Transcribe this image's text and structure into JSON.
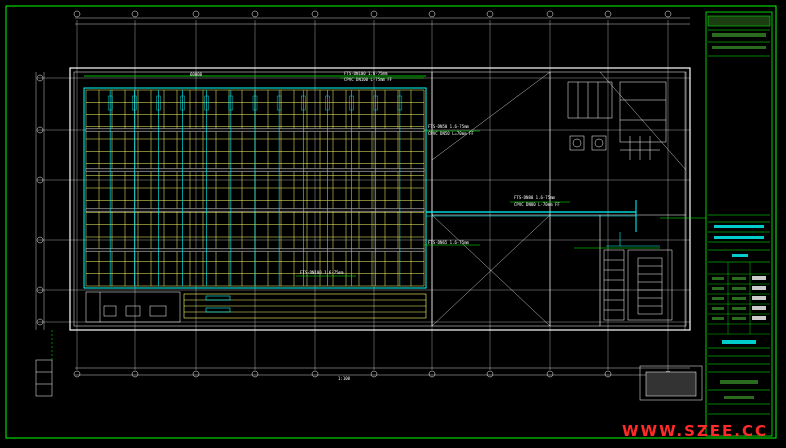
{
  "drawing": {
    "colors": {
      "background": "#000000",
      "frame": "#00ff00",
      "walls": "#ffffff",
      "grid": "#ffff66",
      "pipe": "#00ffff",
      "accent": "#00ff00",
      "watermark": "#ff2a2a"
    },
    "labels": {
      "top_dim": "60000",
      "pipe_tag_1": "FTS-DN100 1.6-75mm",
      "pipe_tag_2": "CPVC DN100 L-75mm FF",
      "pipe_tag_3": "FTS-DN50 1.6-75mm",
      "pipe_tag_4": "CPVC DN50 L=70mm FF",
      "pipe_tag_5": "FTS-DN80 1.6-75mm",
      "pipe_tag_6": "CPVC DN80 L-70mm FF",
      "pipe_tag_7": "FTS-DN65 1.6-75mm",
      "pipe_tag_8": "FTS-DN100 1.6-75mm",
      "scale_note": "1:100"
    },
    "watermark": "WWW.SZEE.CC"
  },
  "title_block": {
    "rows": [
      "",
      "",
      "",
      "",
      "",
      "",
      "",
      "",
      "",
      ""
    ]
  }
}
